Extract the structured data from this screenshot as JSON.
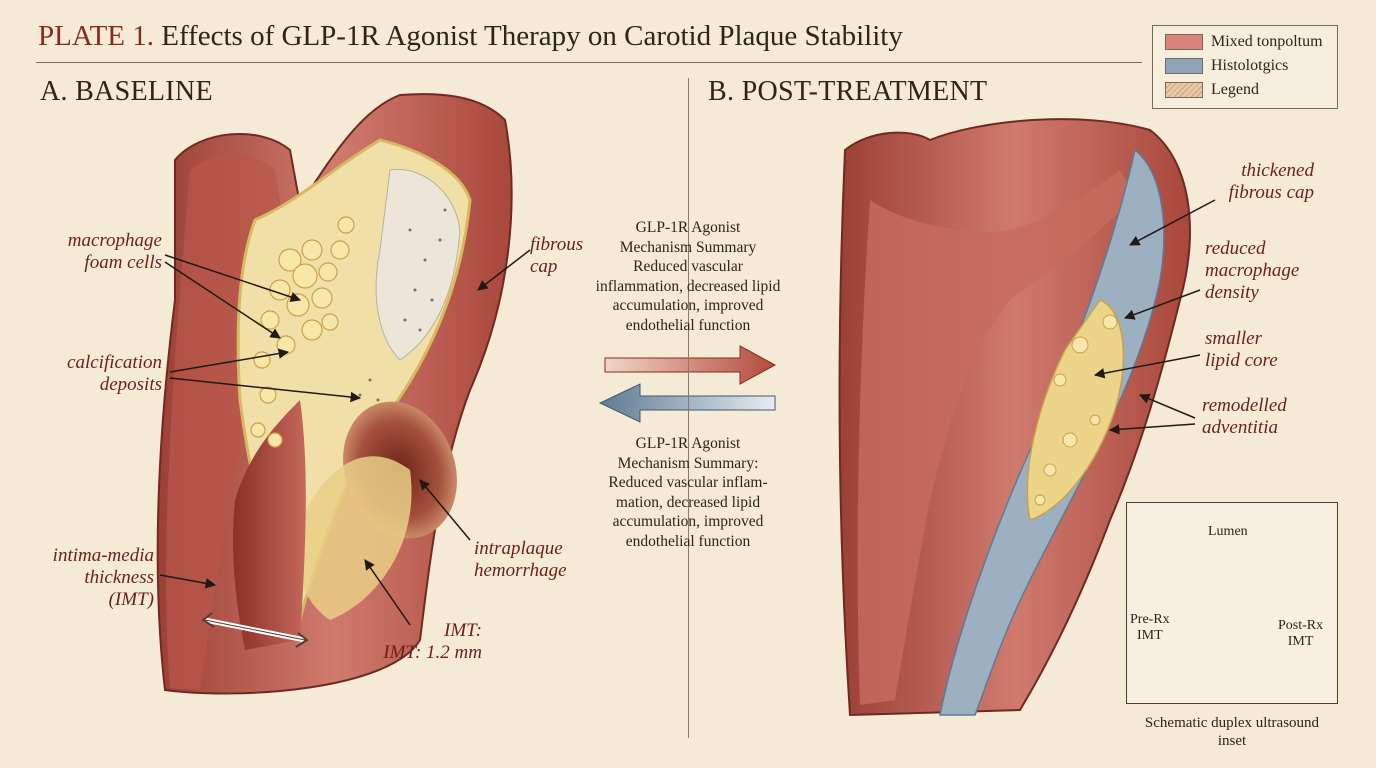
{
  "title": {
    "plate": "PLATE 1.",
    "text": "Effects of GLP-1R Agonist Therapy on Carotid Plaque Stability"
  },
  "panel_a": {
    "title": "A. BASELINE",
    "labels": {
      "macrophage": "macrophage\nfoam cells",
      "fibrous_cap": "fibrous\ncap",
      "calcification": "calcification\ndeposits",
      "intraplaque": "intraplaque\nhemorrhage",
      "imt": "intima-media\nthickness\n(IMT)",
      "imt_value": "IMT:\nIMT: 1.2 mm"
    }
  },
  "panel_b": {
    "title": "B. POST-TREATMENT",
    "labels": {
      "thickened_cap": "thickened\nfibrous cap",
      "reduced_macrophage": "reduced\nmacrophage\ndensity",
      "smaller_lipid": "smaller\nlipid core",
      "remodelled": "remodelled\nadventitia"
    }
  },
  "mechanism": {
    "top": "GLP-1R Agonist\nMechanism Summary\nReduced vascular\ninflammation, decreased lipid\naccumulation, improved\nendothelial function",
    "bottom": "GLP-1R Agonist\nMechanism Summary:\nReduced vascular inflam-\nmation, decreased lipid\naccumulation, improved\nendothelial function"
  },
  "legend": {
    "items": [
      {
        "label": "Mixed tonpoltum",
        "color": "#d9837a"
      },
      {
        "label": "Histolotgics",
        "color": "#8ea3b8"
      },
      {
        "label": "Legend",
        "color": "#e8c9a8"
      }
    ]
  },
  "inset": {
    "lumen": "Lumen",
    "pre": "Pre-Rx\nIMT",
    "post": "Post-Rx\nIMT",
    "caption": "Schematic duplex ultrasound\ninset"
  },
  "colors": {
    "accent": "#8a2a1c",
    "vessel": "#b85a4e",
    "vessel_light": "#d4867a",
    "lipid": "#e9cf86",
    "blue": "#8ea3b8",
    "background": "#f4ead6"
  }
}
